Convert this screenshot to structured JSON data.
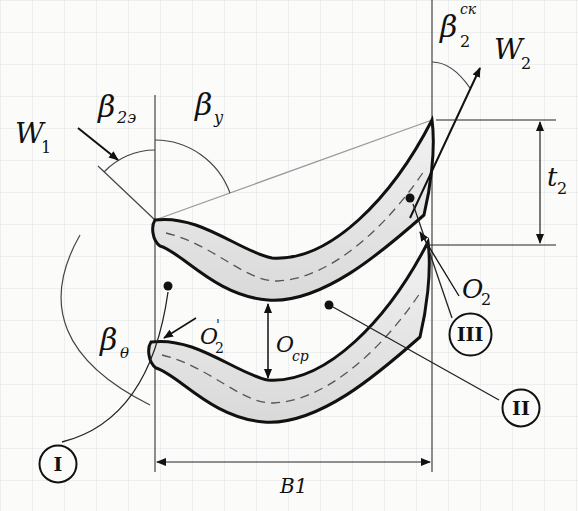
{
  "diagram": {
    "nodes": [
      {
        "text": [
          "III"
        ]
      },
      {
        "text": [
          "II"
        ]
      },
      {
        "text": [
          "I"
        ]
      }
    ],
    "labels": [
      "W",
      "1",
      "β",
      "2э",
      "β",
      "у",
      "β",
      "2",
      "ск",
      "W",
      "2",
      "t",
      "2",
      "O",
      "2",
      "β",
      "θ",
      "O",
      "2",
      "'",
      "O",
      "ср",
      "B1"
    ]
  }
}
